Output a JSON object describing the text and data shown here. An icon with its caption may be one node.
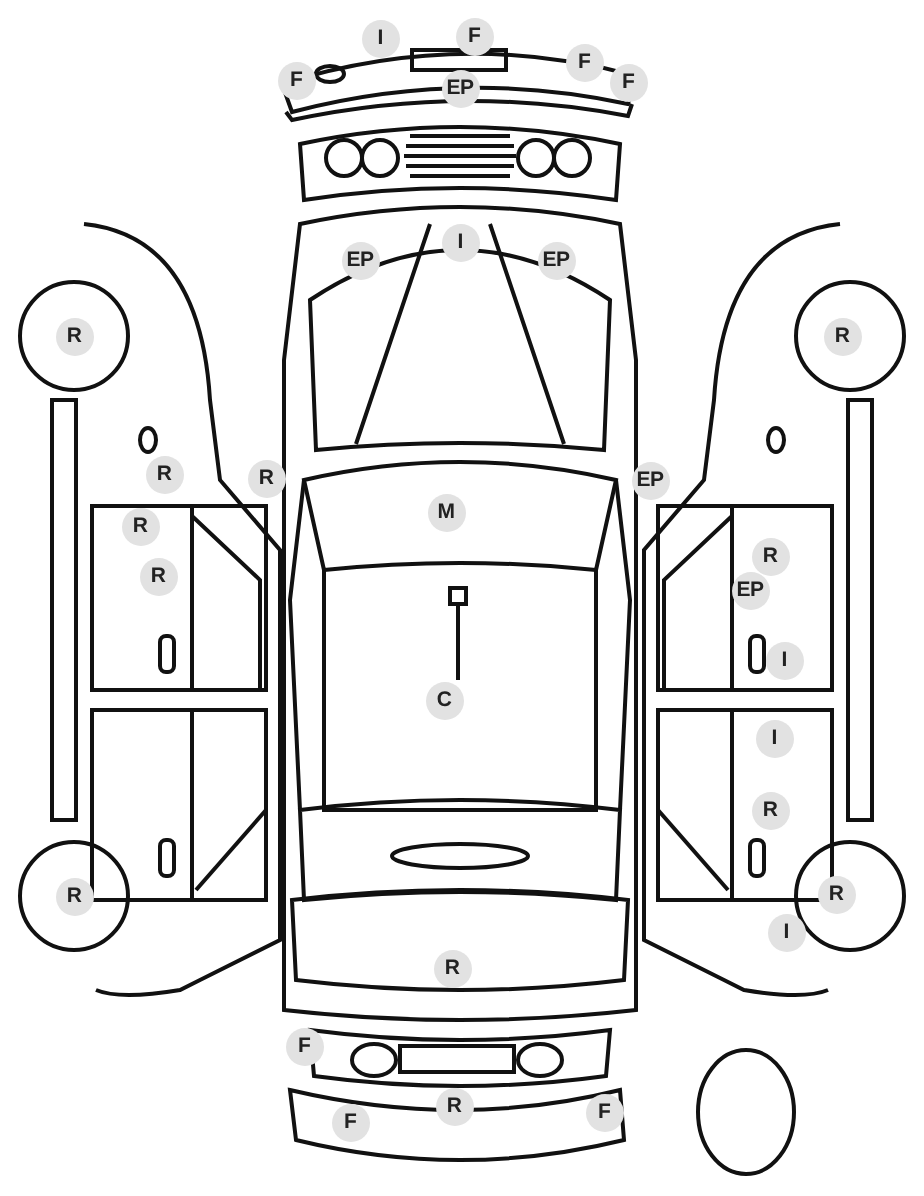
{
  "diagram": {
    "labels": [
      "F",
      "I",
      "F",
      "F",
      "F",
      "EP",
      "I",
      "EP",
      "EP",
      "R",
      "R",
      "R",
      "R",
      "EP",
      "M",
      "R",
      "R",
      "R",
      "EP",
      "I",
      "C",
      "I",
      "R",
      "R",
      "R",
      "I",
      "R",
      "F",
      "R",
      "F",
      "F"
    ]
  }
}
